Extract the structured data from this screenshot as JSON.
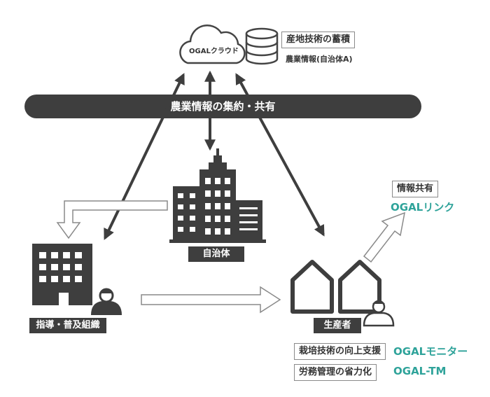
{
  "cloud": {
    "label": "OGALクラウド",
    "storage_title": "産地技術の蓄積",
    "storage_subtitle": "農業情報(自治体A)"
  },
  "banner": {
    "label": "農業情報の集約・共有"
  },
  "municipality": {
    "label": "自治体"
  },
  "guidance_org": {
    "label": "指導・普及組織"
  },
  "producer": {
    "label": "生産者"
  },
  "info_share": {
    "label": "情報共有",
    "product": "OGALリンク"
  },
  "services": [
    {
      "label": "栽培技術の向上支援",
      "product": "OGALモニター"
    },
    {
      "label": "労務管理の省力化",
      "product": "OGAL-TM"
    }
  ],
  "colors": {
    "dark": "#3e3e3e",
    "accent": "#2fa39a",
    "outline": "#8a8a8a"
  }
}
